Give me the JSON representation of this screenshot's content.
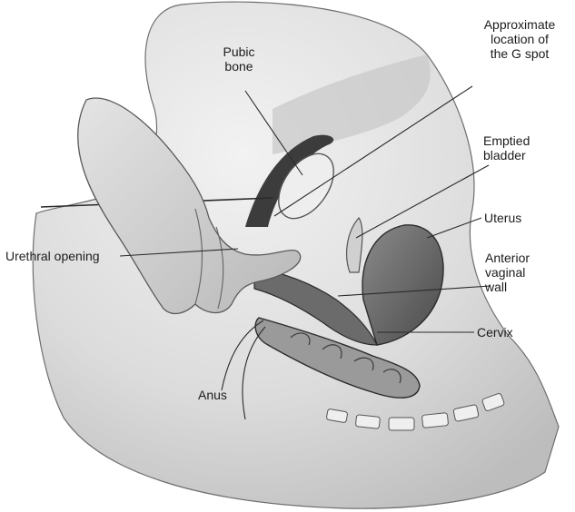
{
  "figure": {
    "labels": {
      "pubic_bone": "Pubic\nbone",
      "g_spot": "Approximate\nlocation of\nthe G spot",
      "bladder": "Emptied\nbladder",
      "uterus": "Uterus",
      "anterior_wall": "Anterior\nvaginal\nwall",
      "urethral_opening": "Urethral opening",
      "cervix": "Cervix",
      "anus": "Anus"
    }
  }
}
